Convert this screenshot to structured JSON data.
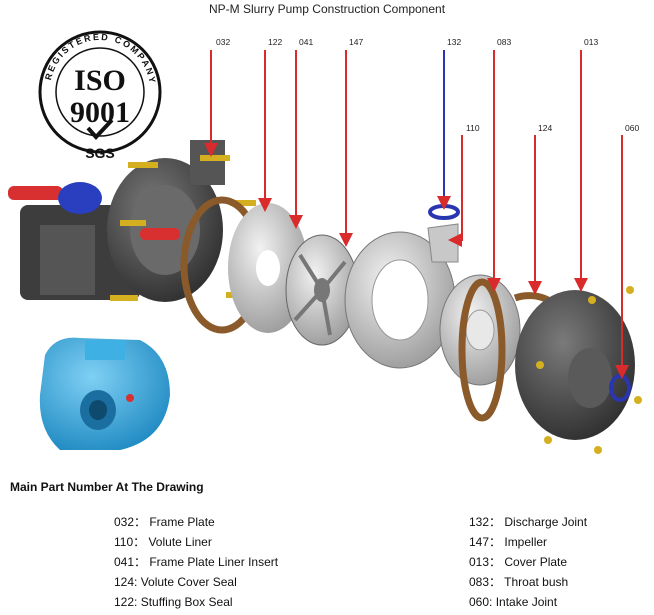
{
  "title": "NP-M Slurry Pump Construction Component",
  "logo": {
    "ring_text": "REGISTERED COMPANY",
    "main_top": "ISO",
    "main_bottom": "9001",
    "footer": "SGS"
  },
  "callouts": [
    "032",
    "122",
    "041",
    "147",
    "132",
    "083",
    "013",
    "110",
    "124",
    "060"
  ],
  "section_heading": "Main Part Number At The Drawing",
  "parts_left": [
    "032： Frame Plate",
    "110： Volute Liner",
    "041： Frame Plate Liner Insert",
    "124: Volute Cover Seal",
    "122: Stuffing Box Seal"
  ],
  "parts_right": [
    "132： Discharge Joint",
    "147： Impeller",
    "013： Cover Plate",
    "083： Throat bush",
    "060: Intake Joint"
  ],
  "colors": {
    "callout_arrow": "#d92b2b",
    "pump_body": "#4a4a4a",
    "seal_ring": "#8a5a2b",
    "liner": "#d8d8d8",
    "blue_pump": "#2aa3dc",
    "o_ring": "#2a36b0"
  }
}
